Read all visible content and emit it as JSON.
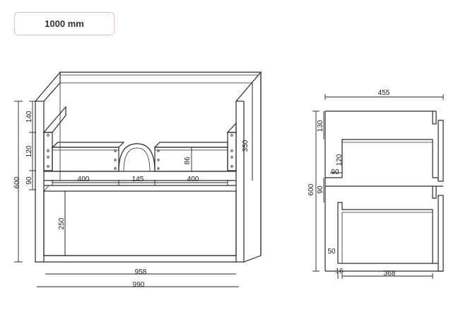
{
  "badge": {
    "label": "1000 mm"
  },
  "front": {
    "height_total": "600",
    "h_140": "140",
    "h_120": "120",
    "h_90": "90",
    "drawer_w_left": "400",
    "basin_gap": "145",
    "drawer_w_right": "400",
    "inner_h_86": "86",
    "side_h_350": "350",
    "lower_h_250": "250",
    "inner_width": "958",
    "outer_width": "990"
  },
  "side": {
    "depth": "455",
    "height_total": "600",
    "h_130": "130",
    "h_120": "120",
    "h_90_top": "90",
    "h_90_left": "90",
    "h_50": "50",
    "t_16": "16",
    "drawer_depth": "368"
  }
}
